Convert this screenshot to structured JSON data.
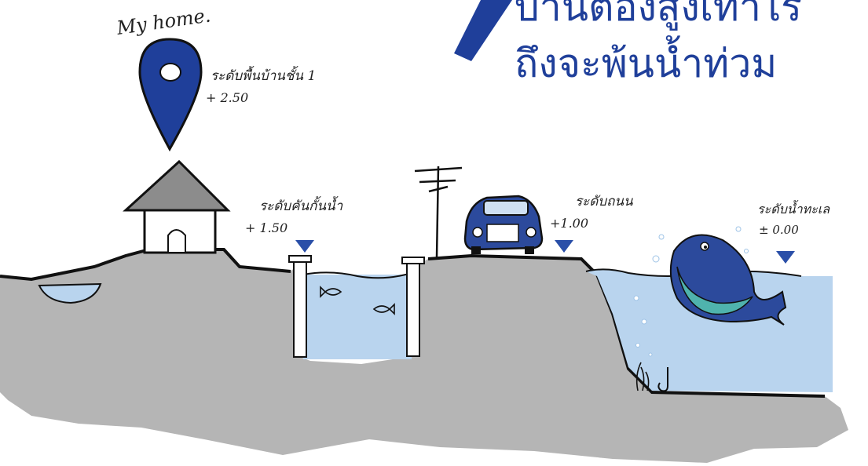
{
  "title": {
    "line1": "บ้านต้องสูงเท่าไร",
    "line2": "ถึงจะพ้นน้ำท่วม"
  },
  "labels": {
    "my_home": "My home.",
    "floor_level_label": "ระดับพื้นบ้านชั้น 1",
    "floor_level_value": "+ 2.50",
    "dike_level_label": "ระดับคันกั้นน้ำ",
    "dike_level_value": "+ 1.50",
    "road_level_label": "ระดับถนน",
    "road_level_value": "+1.00",
    "sea_level_label": "ระดับน้ำทะเล",
    "sea_level_value": "± 0.00"
  },
  "colors": {
    "accent_blue": "#1f3f9a",
    "marker_blue": "#2a4fa8",
    "ground_gray": "#b5b5b5",
    "water_blue": "#b9d4ee",
    "outline": "#111111",
    "whale_teal": "#4fb3ad"
  },
  "icons": [
    "location-pin-icon",
    "house-icon",
    "car-icon",
    "utility-pole-icon",
    "whale-icon",
    "fish-icon",
    "level-marker-icon"
  ]
}
